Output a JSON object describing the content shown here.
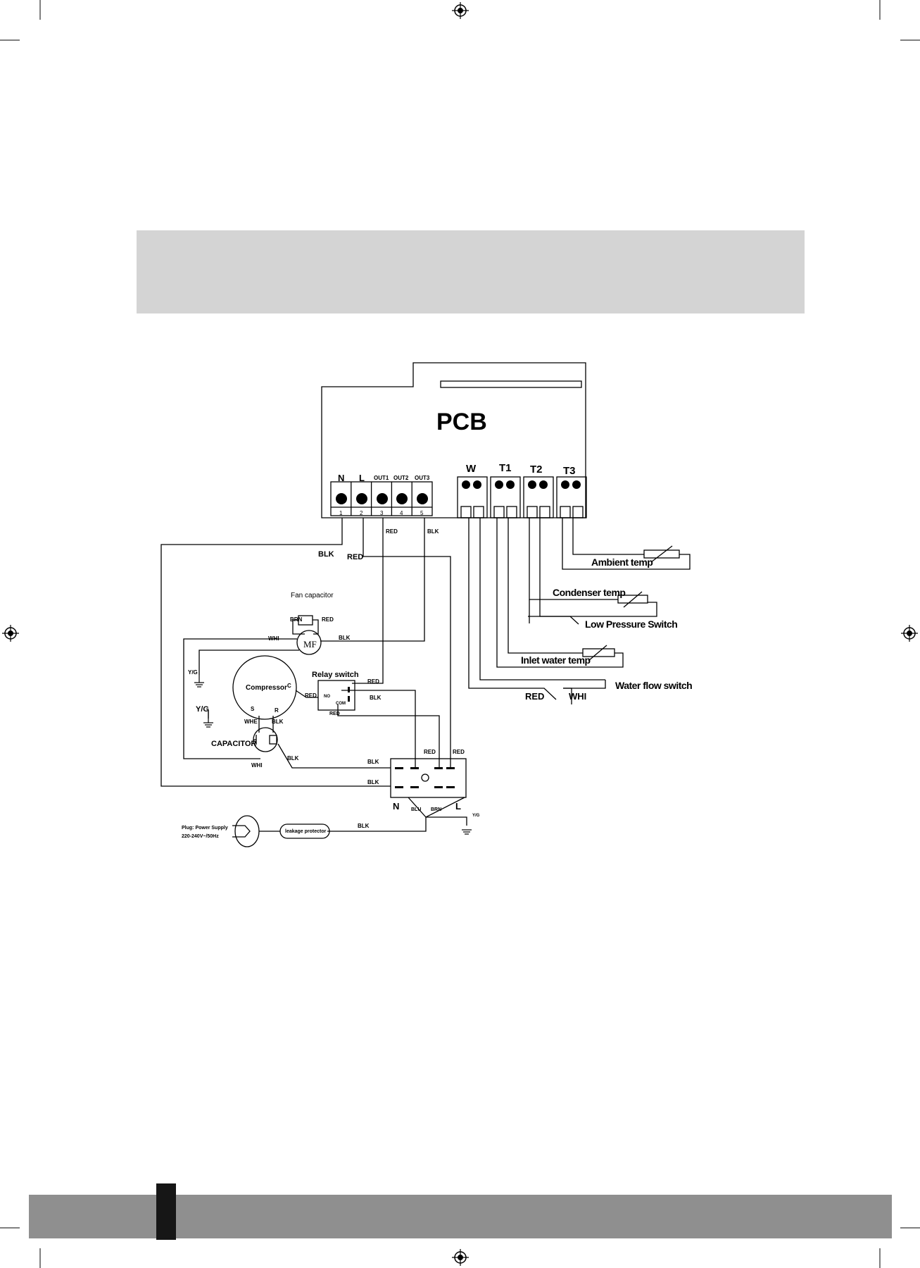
{
  "colors": {
    "header_band": "#d4d4d4",
    "footer_band": "#8f8f8f",
    "footer_tab": "#161616",
    "line": "#000000"
  },
  "diagram": {
    "pcb": {
      "title": "PCB",
      "terminals": [
        "N",
        "L",
        "OUT1",
        "OUT2",
        "OUT3"
      ],
      "terminal_numbers": [
        "1",
        "2",
        "3",
        "4",
        "5"
      ],
      "sensor_ports": [
        "W",
        "T1",
        "T2",
        "T3"
      ]
    },
    "sensors": {
      "ambient": "Ambient temp",
      "condenser": "Condenser temp",
      "low_pressure": "Low Pressure Switch",
      "inlet_water": "Inlet water temp",
      "water_flow": "Water flow switch"
    },
    "components": {
      "fan_capacitor": "Fan capacitor",
      "fan_motor": "MF",
      "relay_switch": "Relay switch",
      "relay_no": "NO",
      "relay_com": "COM",
      "compressor": "Compressor",
      "compressor_c": "C",
      "compressor_s": "S",
      "compressor_r": "R",
      "capacitor": "CAPACITOR",
      "leakage_protector": "leakage protector",
      "plug_line1": "Plug: Power Supply",
      "plug_line2": "220-240V~/50Hz",
      "block_n": "N",
      "block_l": "L"
    },
    "wires": {
      "blk": "BLK",
      "red": "RED",
      "whi": "WHI",
      "brn": "BRN",
      "blu": "BLU",
      "whe": "WHE",
      "yg": "Y/G"
    }
  }
}
